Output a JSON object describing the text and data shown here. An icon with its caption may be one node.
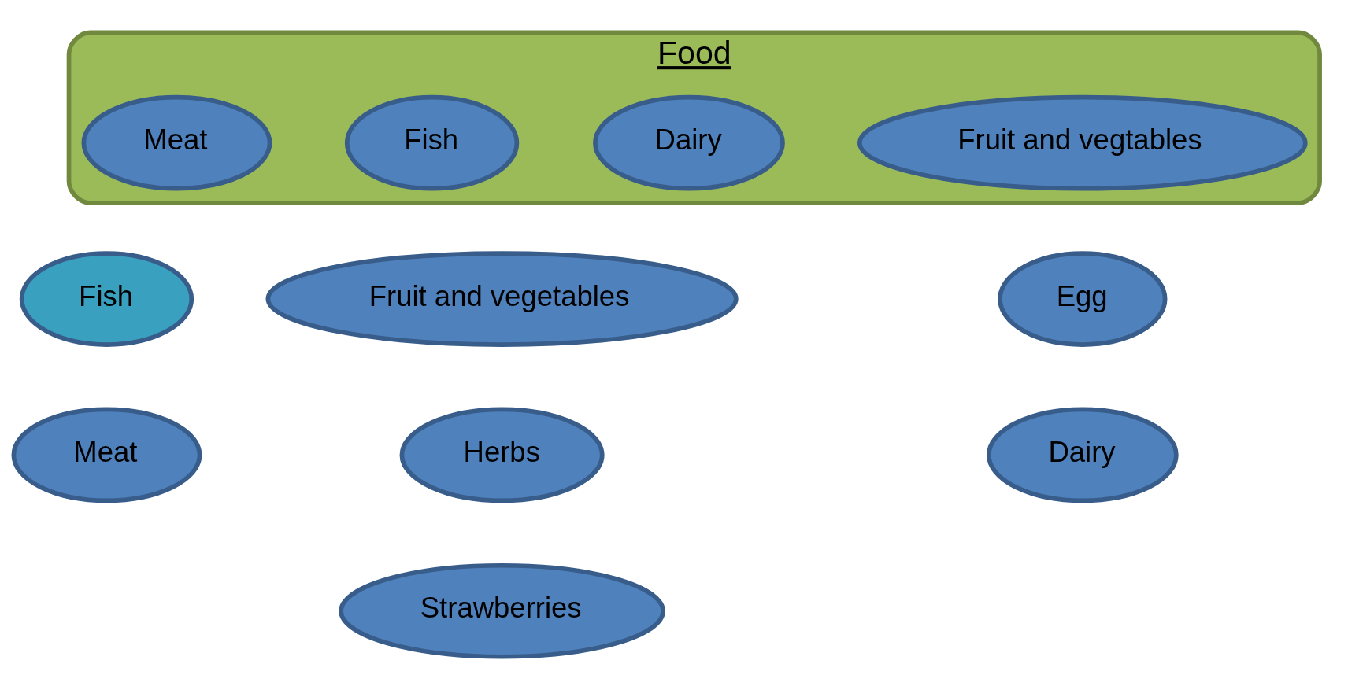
{
  "diagram": {
    "nodes": [
      {
        "text": [
          "Food"
        ]
      },
      {
        "text": [
          "Meat"
        ],
        "in": 0
      },
      {
        "text": [
          "Dairy"
        ],
        "in": 0
      },
      {
        "text": [
          "Fish"
        ],
        "in": 0
      },
      {
        "text": [
          "Fruit and vegtables"
        ],
        "in": 0
      },
      {
        "text": [
          "Egg"
        ]
      },
      {
        "text": [
          "Fish"
        ]
      },
      {
        "text": [
          "Fruit and vegetables"
        ]
      },
      {
        "text": [
          "Dairy"
        ]
      },
      {
        "text": [
          "Herbs"
        ]
      },
      {
        "text": [
          "Meat"
        ]
      },
      {
        "text": [
          "Strawberries"
        ]
      }
    ]
  }
}
